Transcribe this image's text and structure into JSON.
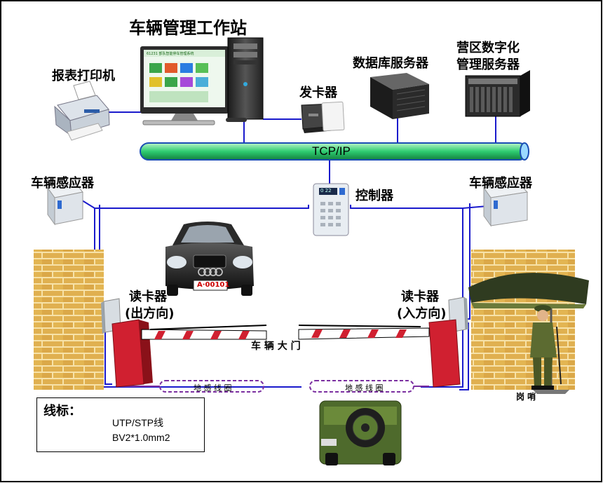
{
  "title": "车辆管理工作站",
  "devices": {
    "printer": "报表打印机",
    "card_issuer": "发卡器",
    "db_server": "数据库服务器",
    "camp_server_line1": "营区数字化",
    "camp_server_line2": "管理服务器",
    "controller": "控制器",
    "sensor_left": "车辆感应器",
    "sensor_right": "车辆感应器",
    "reader_left_line1": "读卡器",
    "reader_left_line2": "(出方向)",
    "reader_right_line1": "读卡器",
    "reader_right_line2": "(入方向)",
    "gate": "车 辆 大 门",
    "loop_left": "地 感 线 圈",
    "loop_right": "地 感 线 圈",
    "guard_post": "岗 哨",
    "plate": "A·00101",
    "monitor_heading": "61231 部队智能停车管理系统",
    "controller_display": "0 22"
  },
  "network": {
    "bus": "TCP/IP"
  },
  "legend": {
    "title": "线标：",
    "items": [
      {
        "label": "UTP/STP线",
        "color": "#1a1acc"
      },
      {
        "label": "BV2*1.0mm2",
        "color": "#7b2fa0"
      }
    ]
  },
  "colors": {
    "bus": "#2ecc71",
    "utp": "#1a1acc",
    "bv": "#7b2fa0",
    "brick": "#e0b050",
    "barrier_red": "#d02030"
  }
}
